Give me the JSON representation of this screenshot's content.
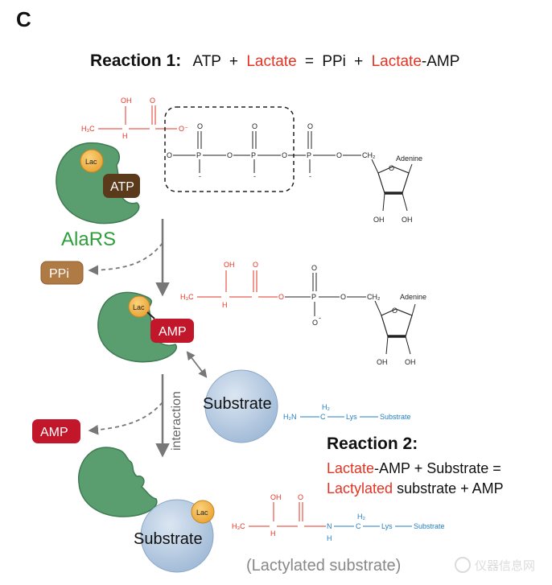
{
  "panel_label": "C",
  "reaction1": {
    "title": "Reaction 1:",
    "atp": "ATP",
    "plus1": "+",
    "lactate": "Lactate",
    "equals": "=",
    "ppi": "PPi",
    "plus2": "+",
    "lactate2": "Lactate",
    "amp_suffix": "-AMP"
  },
  "reaction2": {
    "title": "Reaction 2:",
    "line1_red": "Lactate",
    "line1_black": "-AMP + Substrate =",
    "line2_red": "Lactylated",
    "line2_black": " substrate + AMP"
  },
  "enzyme": {
    "name": "AlaRS",
    "lac": "Lac",
    "atp": "ATP",
    "amp": "AMP"
  },
  "products": {
    "ppi": "PPi",
    "amp": "AMP"
  },
  "substrate": {
    "label": "Substrate",
    "bottom_label": "Substrate",
    "lactylated": "(Lactylated substrate)"
  },
  "interaction": "interaction",
  "chem": {
    "oh": "OH",
    "h": "H",
    "h3c": "H₃C",
    "c": "C",
    "o": "O",
    "o_minus": "O⁻",
    "p": "P",
    "ch2": "CH₂",
    "adenine": "Adenine",
    "h2n": "H₂N",
    "h2": "H₂",
    "lys": "Lys",
    "substrate": "Substrate",
    "n": "N",
    "o_ring": "O"
  },
  "watermark": "仪器信息网",
  "colors": {
    "red": "#e53323",
    "blue": "#1f7ec1",
    "green": "#5a9e6f",
    "green_dark": "#3f7a52",
    "atp_box": "#5b3a1b",
    "amp_box": "#c2162a",
    "ppi_box": "#b07a44",
    "lac_circle": "#f4b24b",
    "substrate_circle": "#b9cfe6",
    "alars_text": "#2e9e3a"
  }
}
